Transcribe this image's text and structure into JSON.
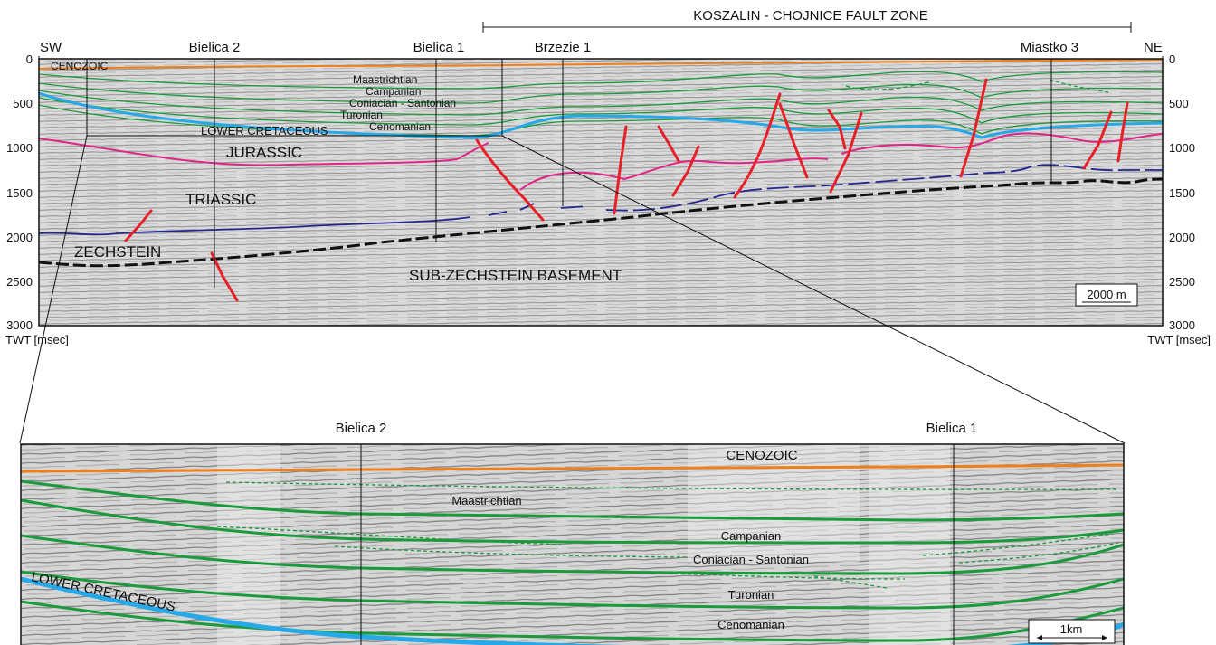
{
  "header": {
    "fault_zone": "KOSZALIN - CHOJNICE FAULT ZONE"
  },
  "top_panel": {
    "direction_left": "SW",
    "direction_right": "NE",
    "wells": [
      "Bielica 2",
      "Bielica 1",
      "Brzezie 1",
      "Miastko 3"
    ],
    "axis_ticks": [
      "0",
      "500",
      "1000",
      "1500",
      "2000",
      "2500",
      "3000"
    ],
    "axis_label_left": "TWT [msec]",
    "axis_label_right": "TWT [msec]",
    "scale_bar": "2000 m",
    "units": {
      "cenozoic": "CENOZOIC",
      "maastrichtian": "Maastrichtian",
      "campanian": "Campanian",
      "coniacian_santonian": "Coniacian - Santonian",
      "turonian": "Turonian",
      "cenomanian": "Cenomanian",
      "lower_cretaceous": "LOWER CRETACEOUS",
      "jurassic": "JURASSIC",
      "triassic": "TRIASSIC",
      "zechstein": "ZECHSTEIN",
      "sub_zechstein": "SUB-ZECHSTEIN BASEMENT"
    }
  },
  "bottom_panel": {
    "wells": [
      "Bielica 2",
      "Bielica 1"
    ],
    "scale_bar": "1km",
    "units": {
      "cenozoic": "CENOZOIC",
      "maastrichtian": "Maastrichtian",
      "campanian": "Campanian",
      "coniacian_santonian": "Coniacian - Santonian",
      "turonian": "Turonian",
      "lower_cretaceous": "LOWER CRETACEOUS",
      "cenomanian": "Cenomanian"
    }
  },
  "colors": {
    "cenozoic_horizon": "#f07f1a",
    "upper_cretaceous_horizon": "#1a9a3c",
    "lower_cretaceous_horizon": "#25a9e8",
    "jurassic_horizon": "#e0248a",
    "triassic_base_horizon": "#22278f",
    "zechstein_base_horizon": "#111111",
    "fault": "#e8202a",
    "seismic_background": "#d4d4d4"
  }
}
